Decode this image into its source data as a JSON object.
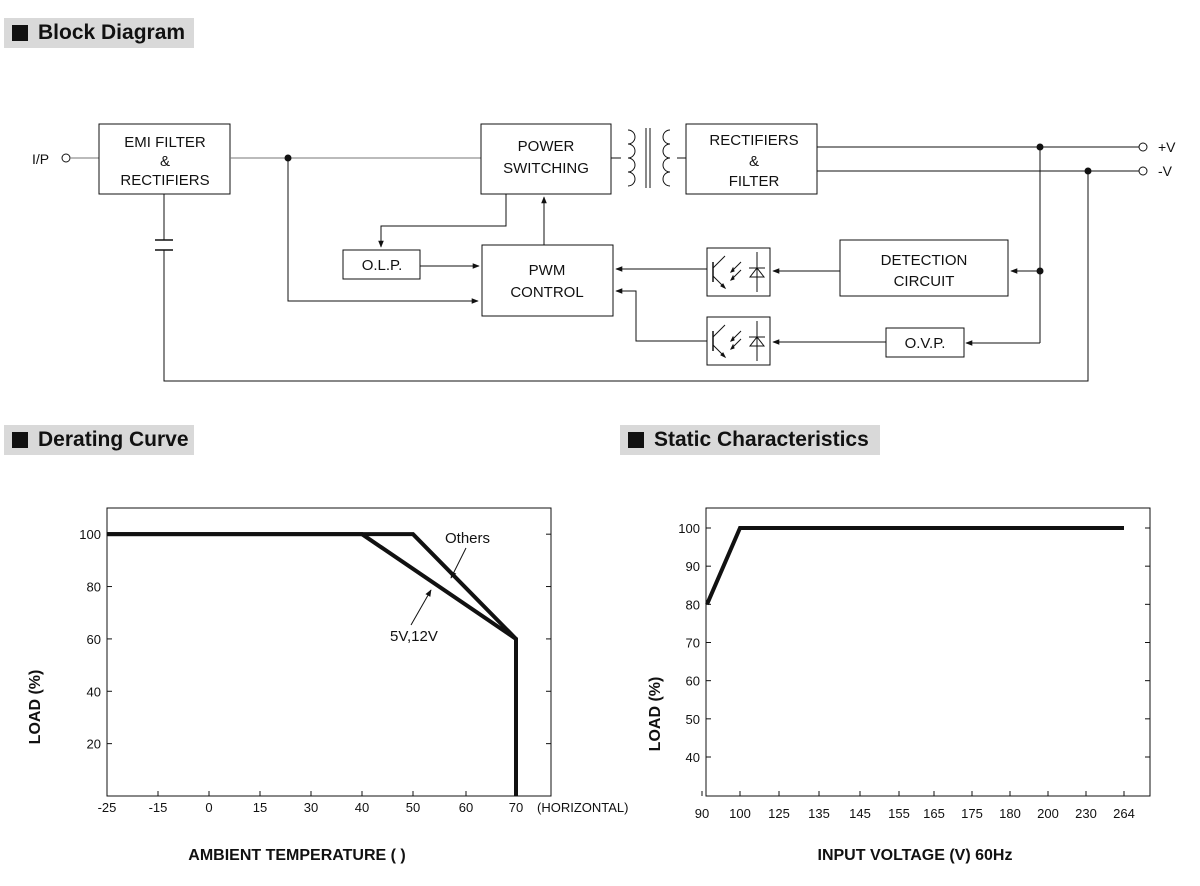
{
  "sections": {
    "block_diagram": "Block Diagram",
    "derating_curve": "Derating Curve",
    "static_characteristics": "Static Characteristics"
  },
  "block_diagram": {
    "input_label": "I/P",
    "output_pos": "+V",
    "output_neg": "-V",
    "emi_filter": [
      "EMI FILTER",
      "&",
      "RECTIFIERS"
    ],
    "power_switching": [
      "POWER",
      "SWITCHING"
    ],
    "rectifiers_filter": [
      "RECTIFIERS",
      "&",
      "FILTER"
    ],
    "olp": "O.L.P.",
    "pwm_control": [
      "PWM",
      "CONTROL"
    ],
    "detection_circuit": [
      "DETECTION",
      "CIRCUIT"
    ],
    "ovp": "O.V.P."
  },
  "derating": {
    "ylabel": "LOAD (%)",
    "xlabel": "AMBIENT TEMPERATURE (   )",
    "x_suffix": "(HORIZONTAL)",
    "x_ticks": [
      "-25",
      "-15",
      "0",
      "15",
      "30",
      "40",
      "50",
      "60",
      "70"
    ],
    "y_ticks": [
      "100",
      "80",
      "60",
      "40",
      "20"
    ],
    "annotation_others": "Others",
    "annotation_5v12v": "5V,12V"
  },
  "static": {
    "ylabel": "LOAD (%)",
    "xlabel": "INPUT VOLTAGE (V) 60Hz",
    "x_ticks": [
      "90",
      "100",
      "125",
      "135",
      "145",
      "155",
      "165",
      "175",
      "180",
      "200",
      "230",
      "264"
    ],
    "y_ticks": [
      "100",
      "90",
      "80",
      "70",
      "60",
      "50",
      "40"
    ]
  },
  "chart_data": [
    {
      "type": "line",
      "xlabel": "AMBIENT TEMPERATURE (   )",
      "ylabel": "LOAD (%)",
      "x_categories": [
        "-25",
        "-15",
        "0",
        "15",
        "30",
        "40",
        "50",
        "60",
        "70"
      ],
      "ylim": [
        0,
        110
      ],
      "series": [
        {
          "name": "Others",
          "points": [
            [
              "-25",
              100
            ],
            [
              "50",
              100
            ],
            [
              "70",
              60
            ],
            [
              "70",
              0
            ]
          ]
        },
        {
          "name": "5V,12V",
          "points": [
            [
              "-25",
              100
            ],
            [
              "40",
              100
            ],
            [
              "70",
              60
            ],
            [
              "70",
              0
            ]
          ]
        }
      ]
    },
    {
      "type": "line",
      "xlabel": "INPUT VOLTAGE (V) 60Hz",
      "ylabel": "LOAD (%)",
      "x_categories": [
        "90",
        "100",
        "125",
        "135",
        "145",
        "155",
        "165",
        "175",
        "180",
        "200",
        "230",
        "264"
      ],
      "ylim": [
        30,
        105
      ],
      "series": [
        {
          "points": [
            [
              "90",
              80
            ],
            [
              "100",
              100
            ],
            [
              "264",
              100
            ]
          ]
        }
      ]
    }
  ]
}
